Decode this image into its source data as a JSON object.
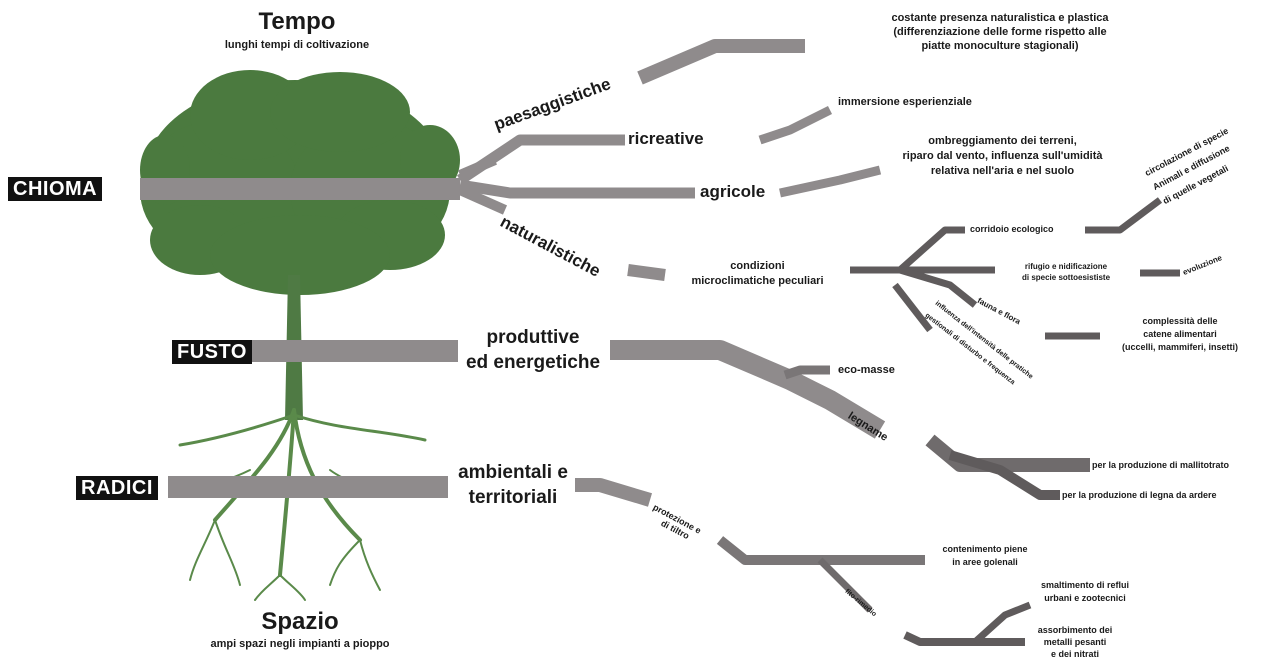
{
  "diagram": {
    "title_top": "Tempo",
    "subtitle_top": "lunghi tempi di coltivazione",
    "title_bottom": "Spazio",
    "subtitle_bottom": "ampi spazi negli impianti a pioppo",
    "tree_parts": {
      "chioma": "CHIOMA",
      "fusto": "FUSTO",
      "radici": "RADICI"
    },
    "chioma_branches": {
      "paesaggistiche": "paesaggistiche",
      "paesaggistiche_leaf_1": "costante presenza naturalistica e plastica",
      "paesaggistiche_leaf_2": "(differenziazione delle forme rispetto alle",
      "paesaggistiche_leaf_3": "piatte monoculture stagionali)",
      "ricreative": "ricreative",
      "ricreative_leaf": "immersione esperienziale",
      "agricole": "agricole",
      "agricole_leaf_1": "ombreggiamento dei terreni,",
      "agricole_leaf_2": "riparo dal vento, influenza sull'umidità",
      "agricole_leaf_3": "relativa nell'aria  e nel suolo",
      "naturalistiche": "naturalistiche",
      "condizioni_1": "condizioni",
      "condizioni_2": "microclimatiche peculiari",
      "corridoio": "corridoio ecologico",
      "circolazione_1": "circolazione di specie",
      "circolazione_2": "Animali e diffusione",
      "circolazione_3": "di quelle vegetali",
      "rifugio_1": "rifugio e nidificazione",
      "rifugio_2": "di  specie sottoesististe",
      "evoluzione": "evoluzione",
      "fauna": "fauna e flora",
      "complessita_1": "complessità delle",
      "complessita_2": "catene alimentari",
      "complessita_3": "(uccelli, mammiferi, insetti)",
      "influenza_1": "influenza dell'intensità delle pratiche",
      "influenza_2": "gestionali di disturbo e frequenza"
    },
    "fusto_branches": {
      "produttive_1": "produttive",
      "produttive_2": "ed energetiche",
      "eco_masse": "eco-masse",
      "legname": "legname",
      "mallitotrato": "per la produzione di mallitotrato",
      "legna": "per la produzione di legna da ardere"
    },
    "radici_branches": {
      "ambientali_1": "ambientali e",
      "ambientali_2": "territoriali",
      "protezione_1": "protezione e",
      "protezione_2": "di tiltro",
      "contenimento_1": "contenimento piene",
      "contenimento_2": "in aree golenali",
      "fito": "fito-rimedio",
      "smaltimento_1": "smaltimento di reflui",
      "smaltimento_2": "urbani e zootecnici",
      "assorbimento_1": "assorbimento dei",
      "assorbimento_2": "metalli pesanti",
      "assorbimento_3": "e dei nitrati"
    },
    "colors": {
      "branch_light": "#8f8b8c",
      "branch_dark": "#5f5b5c",
      "foliage": "#4b7a3f",
      "trunk": "#4f7a44",
      "label_bg": "#111111",
      "label_text": "#ffffff"
    }
  }
}
